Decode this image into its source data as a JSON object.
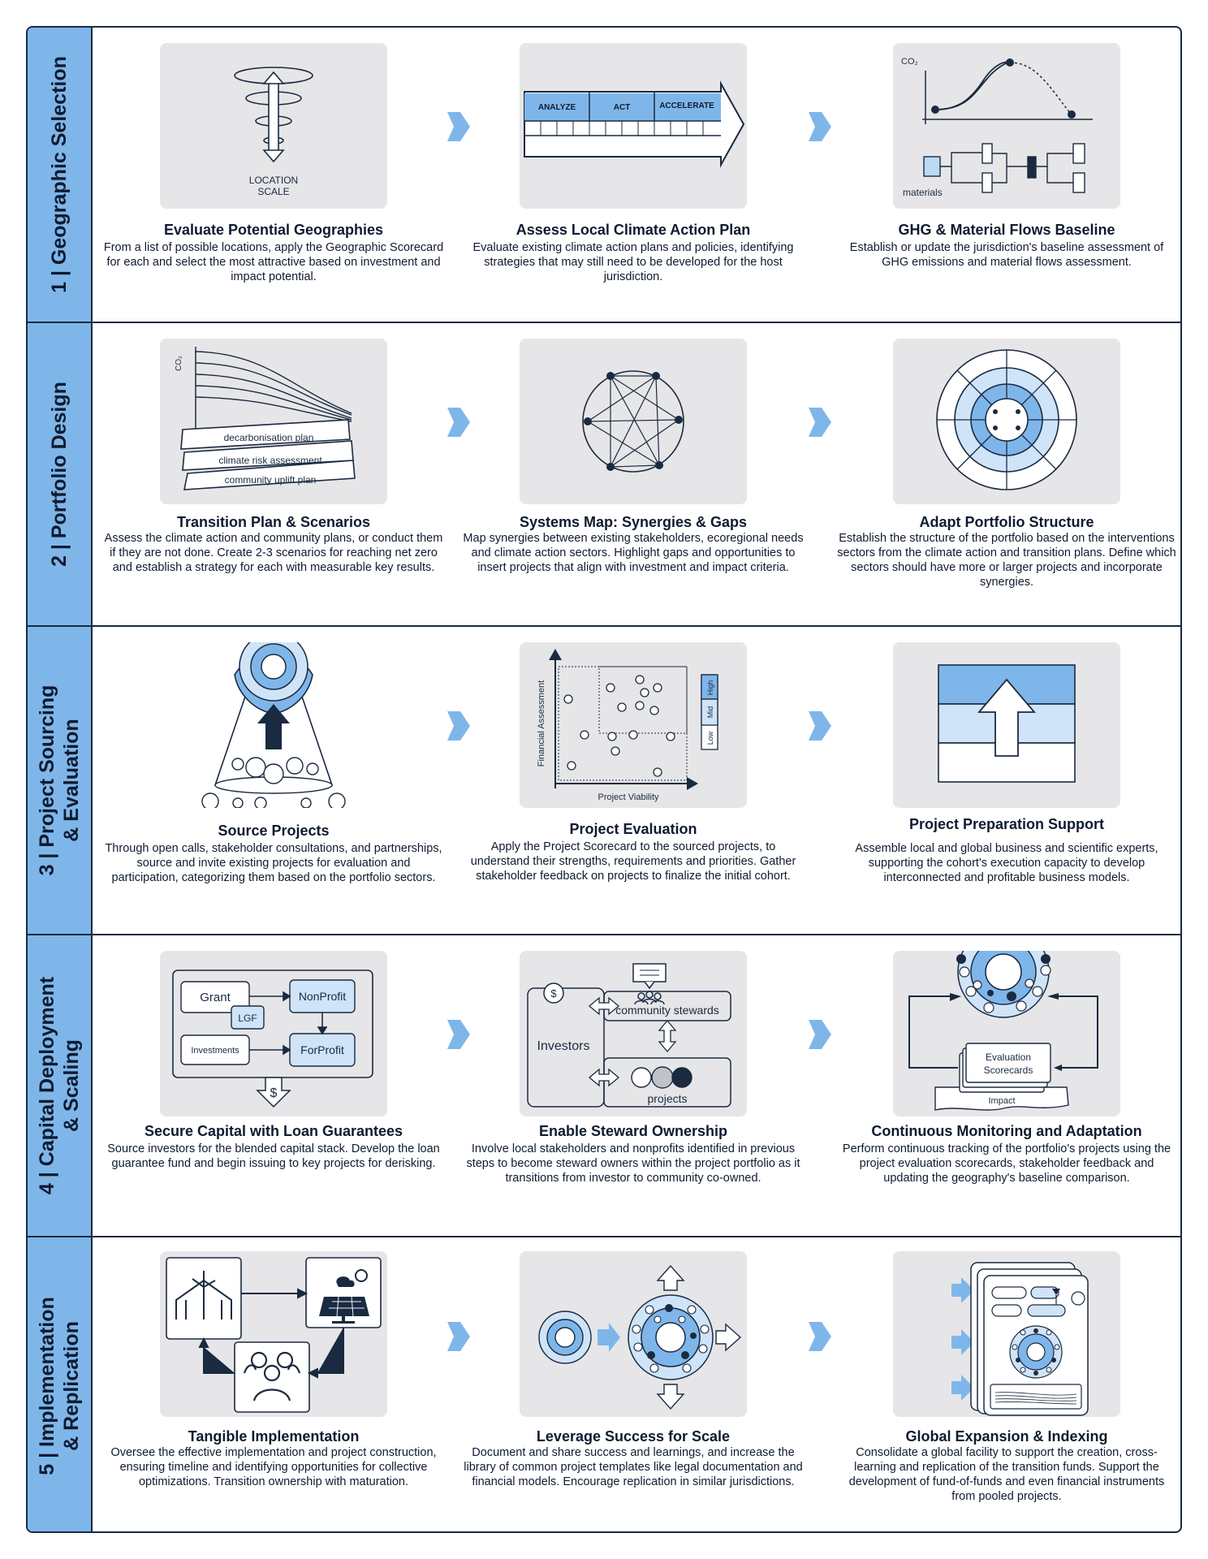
{
  "phases": [
    {
      "label": "1 | Geographic Selection",
      "steps": [
        {
          "title": "Evaluate Potential Geographies",
          "desc": "From a list of possible locations, apply the Geographic Scorecard for each and select the most attractive based on investment and impact potential.",
          "labels": [
            "LOCATION",
            "SCALE"
          ]
        },
        {
          "title": "Assess Local Climate Action Plan",
          "desc": "Evaluate existing climate action plans and policies, identifying strategies that may still need to be developed for the host jurisdiction.",
          "labels": [
            "ANALYZE",
            "ACT",
            "ACCELERATE"
          ]
        },
        {
          "title": "GHG & Material Flows Baseline",
          "desc": "Establish or update the jurisdiction's baseline assessment of GHG emissions and material flows assessment.",
          "labels": [
            "CO₂",
            "materials"
          ]
        }
      ]
    },
    {
      "label": "2 | Portfolio Design",
      "steps": [
        {
          "title": "Transition Plan & Scenarios",
          "desc": "Assess the climate action and community plans, or conduct them if they are not done. Create 2-3 scenarios for reaching net zero and establish a strategy for each with measurable key results.",
          "labels": [
            "CO₂",
            "decarbonisation plan",
            "climate risk assessment",
            "community uplift plan"
          ]
        },
        {
          "title": "Systems Map: Synergies & Gaps",
          "desc": "Map synergies between existing stakeholders, ecoregional needs and climate action sectors. Highlight gaps and opportunities to insert projects that align with investment and impact criteria.",
          "labels": []
        },
        {
          "title": "Adapt Portfolio Structure",
          "desc": "Establish the structure of the portfolio based on the interventions sectors from the climate action and transition plans. Define which sectors should have more or larger projects and incorporate synergies.",
          "labels": []
        }
      ]
    },
    {
      "label": "3 | Project Sourcing\n& Evaluation",
      "steps": [
        {
          "title": "Source Projects",
          "desc": "Through open calls, stakeholder consultations, and partnerships, source and invite existing projects for evaluation and participation, categorizing them based on the portfolio sectors.",
          "labels": []
        },
        {
          "title": "Project Evaluation",
          "desc": "Apply the Project Scorecard to the sourced projects, to understand their strengths, requirements and priorities. Gather stakeholder feedback on projects to finalize the initial cohort.",
          "labels": [
            "Financial Assessment",
            "Project Viability",
            "High",
            "Mid",
            "Low"
          ]
        },
        {
          "title": "Project Preparation Support",
          "desc": "Assemble local and global business and scientific experts, supporting the cohort's execution capacity to develop interconnected and profitable business models.",
          "labels": []
        }
      ]
    },
    {
      "label": "4 | Capital Deployment\n& Scaling",
      "steps": [
        {
          "title": "Secure Capital with Loan Guarantees",
          "desc": "Source investors for the blended capital stack. Develop the loan guarantee fund and begin issuing to key projects for derisking.",
          "labels": [
            "Grant",
            "LGF",
            "NonProfit",
            "Investments",
            "ForProfit",
            "$"
          ]
        },
        {
          "title": "Enable Steward Ownership",
          "desc": "Involve local stakeholders and nonprofits identified in previous steps to become steward owners within the project portfolio as it transitions from investor to community co-owned.",
          "labels": [
            "$",
            "community stewards",
            "Investors",
            "projects"
          ]
        },
        {
          "title": "Continuous Monitoring and Adaptation",
          "desc": "Perform continuous tracking of the portfolio's projects using the project evaluation scorecards, stakeholder feedback and updating the geography's baseline comparison.",
          "labels": [
            "Evaluation",
            "Scorecards",
            "Impact"
          ]
        }
      ]
    },
    {
      "label": "5 | Implementation\n& Replication",
      "steps": [
        {
          "title": "Tangible Implementation",
          "desc": "Oversee the effective implementation and project construction, ensuring timeline and identifying opportunities for collective optimizations. Transition ownership with maturation.",
          "labels": []
        },
        {
          "title": "Leverage Success for Scale",
          "desc": "Document and share success and learnings, and increase the library of common project templates like legal documentation and financial models. Encourage replication in similar jurisdictions.",
          "labels": []
        },
        {
          "title": "Global Expansion & Indexing",
          "desc": "Consolidate a global facility to support the creation, cross-learning and replication of the transition funds. Support the development of fund-of-funds and even financial instruments from pooled projects.",
          "labels": []
        }
      ]
    }
  ]
}
